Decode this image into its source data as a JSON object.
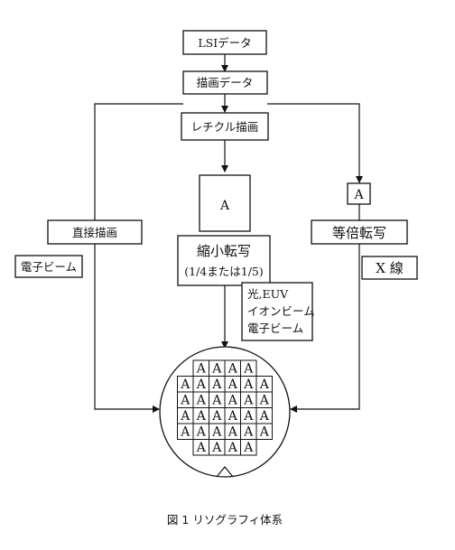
{
  "nodes": {
    "lsi_data": "LSIデータ",
    "drawing_data": "描画データ",
    "reticle_drawing": "レチクル描画",
    "reticle_letter": "A",
    "direct_drawing": "直接描画",
    "electron_beam": "電子ビーム",
    "reduction_transfer": "縮小転写",
    "reduction_ratio": "(1/4または1/5)",
    "equal_mask_letter": "A",
    "equal_transfer": "等倍転写",
    "xray": "X 線"
  },
  "reduction_sources": [
    "光,EUV",
    "イオンビーム",
    "電子ビーム"
  ],
  "wafer": {
    "rows": [
      [
        "A",
        "A",
        "A",
        "A"
      ],
      [
        "A",
        "A",
        "A",
        "A",
        "A",
        "A"
      ],
      [
        "A",
        "A",
        "A",
        "A",
        "A",
        "A"
      ],
      [
        "A",
        "A",
        "A",
        "A",
        "A",
        "A"
      ],
      [
        "A",
        "A",
        "A",
        "A",
        "A",
        "A"
      ],
      [
        "A",
        "A",
        "A",
        "A"
      ]
    ]
  },
  "caption": "図 1 リソグラフィ体系"
}
